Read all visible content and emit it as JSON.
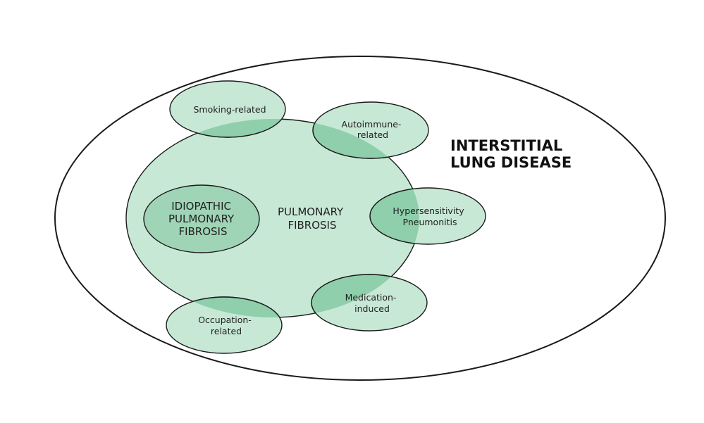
{
  "diagram": {
    "colors": {
      "outline": "#1a1a1a",
      "outer_fill": "#ffffff",
      "region_fill": "#c8e8d6",
      "overlap_fill": "#8fcfac",
      "ipf_fill": "#9fd4b6",
      "text": "#1f1f1f"
    },
    "outer_title": [
      "INTERSTITIAL",
      "LUNG DISEASE"
    ],
    "main": [
      "PULMONARY",
      "FIBROSIS"
    ],
    "core": [
      "IDIOPATHIC",
      "PULMONARY",
      "FIBROSIS"
    ],
    "satellites": {
      "smoking": [
        "Smoking-related"
      ],
      "autoimmune": [
        "Autoimmune-",
        "related"
      ],
      "hypersensitivity": [
        "Hypersensitivity",
        "Pneumonitis"
      ],
      "medication": [
        "Medication-",
        "induced"
      ],
      "occupation": [
        "Occupation-",
        "related"
      ]
    }
  }
}
